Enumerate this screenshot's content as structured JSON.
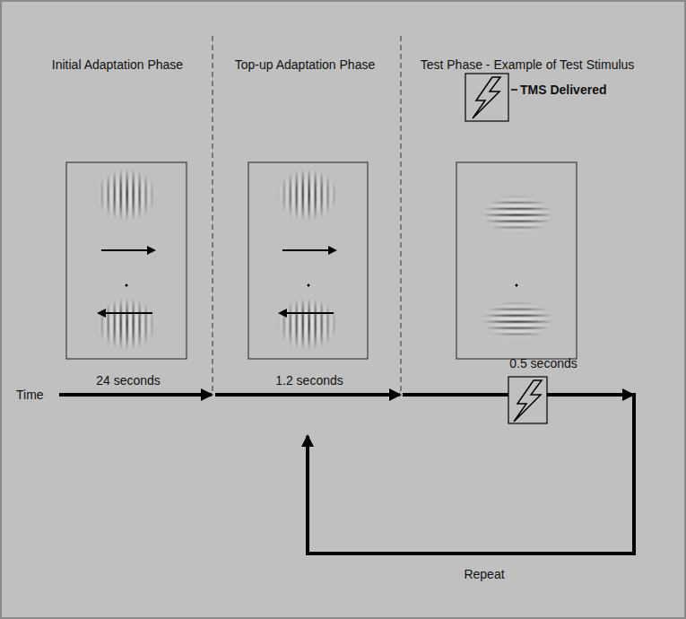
{
  "diagram": {
    "labels": [
      "Initial Adaptation Phase",
      "Top-up Adaptation Phase",
      "Test Phase - Example of Test Stimulus",
      "TMS Delivered",
      "Time",
      "24 seconds",
      "1.2 seconds",
      "0.5 seconds",
      "Repeat"
    ]
  }
}
